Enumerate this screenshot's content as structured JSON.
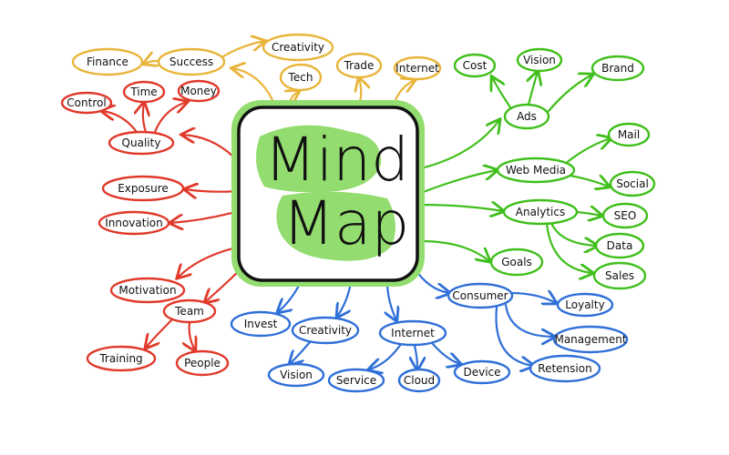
{
  "title": {
    "line1": "Mind",
    "line2": "Map"
  },
  "colors": {
    "yellow": "#e8b53a",
    "red": "#e0392a",
    "green": "#40bf1b",
    "blue": "#2f6fd8",
    "center_fill": "#93dc6f",
    "ink": "#111111"
  },
  "branches": {
    "yellow": [
      "Finance",
      "Success",
      "Creativity",
      "Tech",
      "Trade",
      "Internet"
    ],
    "red": [
      "Control",
      "Time",
      "Money",
      "Quality",
      "Exposure",
      "Innovation",
      "Motivation",
      "Team",
      "Training",
      "People"
    ],
    "green": [
      "Cost",
      "Vision",
      "Brand",
      "Ads",
      "Mail",
      "Web Media",
      "Social",
      "Analytics",
      "SEO",
      "Data",
      "Sales",
      "Goals"
    ],
    "blue": [
      "Consumer",
      "Loyalty",
      "Management",
      "Retension",
      "Invest",
      "Creativity",
      "Internet",
      "Vision",
      "Service",
      "Cloud",
      "Device"
    ]
  }
}
